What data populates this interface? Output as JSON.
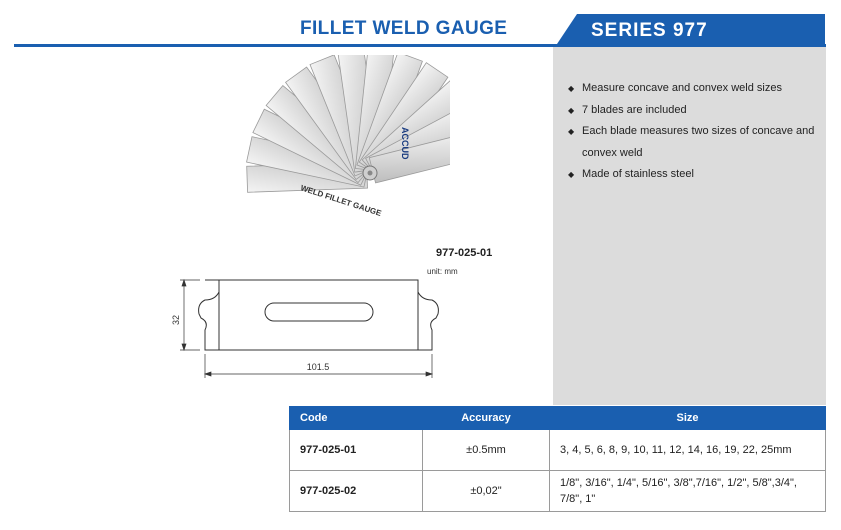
{
  "header": {
    "title": "FILLET WELD GAUGE",
    "series": "SERIES 977"
  },
  "features": [
    "Measure concave and convex weld sizes",
    "7 blades are included",
    "Each blade measures two sizes of concave and convex weld",
    "Made of stainless steel"
  ],
  "product": {
    "code": "977-025-01",
    "unit": "unit: mm",
    "blade_text": "WELD FILLET GAUGE",
    "brand": "ACCUD"
  },
  "drawing": {
    "height_dim": "32",
    "width_dim": "101.5"
  },
  "table": {
    "headers": [
      "Code",
      "Accuracy",
      "Size"
    ],
    "rows": [
      {
        "code": "977-025-01",
        "accuracy": "±0.5mm",
        "size": "3,  4,  5,  6,  8,  9,  10,  11,  12,  14,  16,  19,  22,  25mm"
      },
      {
        "code": "977-025-02",
        "accuracy": "±0,02\"",
        "size": "1/8\", 3/16\", 1/4\", 5/16\", 3/8\",7/16\", 1/2\", 5/8\",3/4\", 7/8\", 1\""
      }
    ]
  },
  "colors": {
    "brand_blue": "#1a5fb0",
    "panel_gray": "#dcdcdc"
  }
}
